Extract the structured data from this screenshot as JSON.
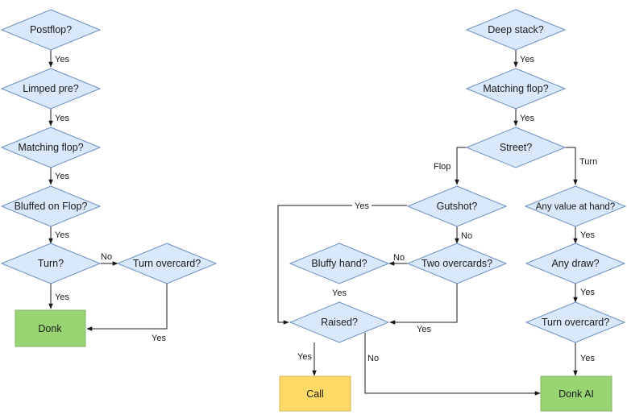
{
  "left_tree": {
    "postflop": "Postflop?",
    "limped_pre": "Limped pre?",
    "matching_flop": "Matching flop?",
    "bluffed_on_flop": "Bluffed on Flop?",
    "turn": "Turn?",
    "turn_overcard": "Turn overcard?",
    "donk": "Donk"
  },
  "right_tree": {
    "deep_stack": "Deep stack?",
    "matching_flop": "Matching flop?",
    "street": "Street?",
    "gutshot": "Gutshot?",
    "two_overcards": "Two overcards?",
    "bluffy_hand": "Bluffy hand?",
    "raised": "Raised?",
    "call": "Call",
    "any_value": "Any value at hand?",
    "any_draw": "Any draw?",
    "turn_overcard": "Turn overcard?",
    "donk_ai": "Donk AI"
  },
  "labels": {
    "yes": "Yes",
    "no": "No",
    "flop": "Flop",
    "turn": "Turn"
  },
  "colors": {
    "diamond_fill": "#dae8fc",
    "diamond_stroke": "#6c8ebf",
    "donk_fill": "#98d472",
    "call_fill": "#ffd966"
  }
}
